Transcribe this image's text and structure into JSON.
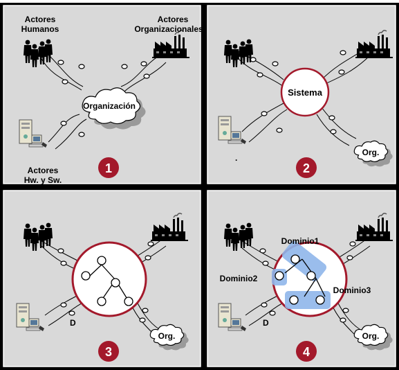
{
  "colors": {
    "frame": "#000000",
    "panel_bg": "#d9d9d9",
    "panel_border": "#ffffff",
    "badge": "#a3192b",
    "badge_text": "#ffffff",
    "circle_border": "#a3192b",
    "domain_highlight": "#8fb6ea",
    "cloud_shadow": "#9a9a9a",
    "link": "#000000"
  },
  "panels": [
    {
      "number": "1",
      "human_actors_label_line1": "Actores",
      "human_actors_label_line2": "Humanos",
      "org_actors_label_line1": "Actores",
      "org_actors_label_line2": "Organizacionales",
      "center_label": "Organización",
      "hw_sw_label_line1": "Actores",
      "hw_sw_label_line2": "Hw. y Sw."
    },
    {
      "number": "2",
      "center_label": "Sistema",
      "cloud_label": "Org.",
      "stray_mark": "."
    },
    {
      "number": "3",
      "cloud_label": "Org.",
      "edge_label": "D"
    },
    {
      "number": "4",
      "cloud_label": "Org.",
      "edge_label": "D",
      "domain1": "Dominio1",
      "domain2": "Dominio2",
      "domain3": "Dominio3"
    }
  ]
}
